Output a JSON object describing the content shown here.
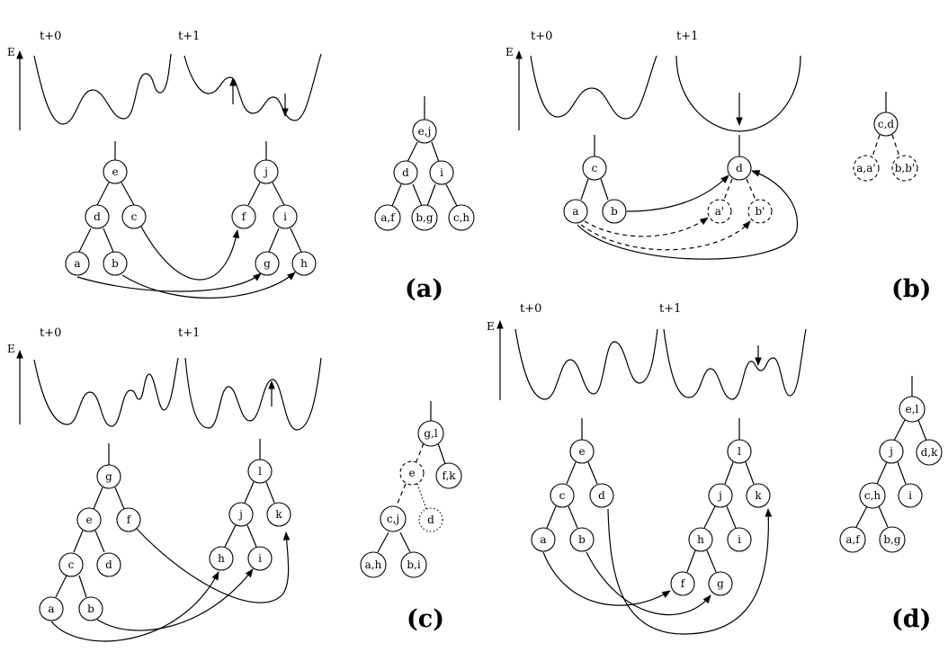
{
  "panels": {
    "a": {
      "label": "(a)",
      "time_labels": [
        "t+0",
        "t+1"
      ],
      "energy_axis": "E",
      "tree_t0": [
        {
          "id": "e",
          "text": "e"
        },
        {
          "id": "d",
          "text": "d"
        },
        {
          "id": "c",
          "text": "c"
        },
        {
          "id": "a",
          "text": "a"
        },
        {
          "id": "b",
          "text": "b"
        }
      ],
      "tree_t1": [
        {
          "id": "j",
          "text": "j"
        },
        {
          "id": "f",
          "text": "f"
        },
        {
          "id": "i",
          "text": "i"
        },
        {
          "id": "g",
          "text": "g"
        },
        {
          "id": "h",
          "text": "h"
        }
      ],
      "merged_tree": [
        {
          "id": "ej",
          "text": "e,j"
        },
        {
          "id": "di",
          "text": "d"
        },
        {
          "id": "ii",
          "text": "i"
        },
        {
          "id": "af",
          "text": "a,f"
        },
        {
          "id": "bg",
          "text": "b,g"
        },
        {
          "id": "ch",
          "text": "c,h"
        }
      ],
      "mapping": [
        [
          "a",
          "g"
        ],
        [
          "b",
          "h"
        ],
        [
          "c",
          "f"
        ]
      ]
    },
    "b": {
      "label": "(b)",
      "time_labels": [
        "t+0",
        "t+1"
      ],
      "energy_axis": "E",
      "tree_t0": [
        {
          "id": "c",
          "text": "c"
        },
        {
          "id": "a",
          "text": "a"
        },
        {
          "id": "b",
          "text": "b"
        }
      ],
      "tree_t1": [
        {
          "id": "d",
          "text": "d"
        },
        {
          "id": "a2",
          "text": "a'"
        },
        {
          "id": "b2",
          "text": "b'"
        }
      ],
      "merged_tree": [
        {
          "id": "cd",
          "text": "c,d"
        },
        {
          "id": "aa",
          "text": "a,a'"
        },
        {
          "id": "bb",
          "text": "b,b'"
        }
      ],
      "mapping": [
        [
          "a",
          "d"
        ],
        [
          "b",
          "d"
        ],
        [
          "a",
          "a'"
        ],
        [
          "a",
          "b'"
        ]
      ]
    },
    "c": {
      "label": "(c)",
      "time_labels": [
        "t+0",
        "t+1"
      ],
      "energy_axis": "E",
      "tree_t0": [
        {
          "id": "g",
          "text": "g"
        },
        {
          "id": "e",
          "text": "e"
        },
        {
          "id": "f",
          "text": "f"
        },
        {
          "id": "c",
          "text": "c"
        },
        {
          "id": "d",
          "text": "d"
        },
        {
          "id": "a",
          "text": "a"
        },
        {
          "id": "b",
          "text": "b"
        }
      ],
      "tree_t1": [
        {
          "id": "l",
          "text": "l"
        },
        {
          "id": "j",
          "text": "j"
        },
        {
          "id": "k",
          "text": "k"
        },
        {
          "id": "h",
          "text": "h"
        },
        {
          "id": "i",
          "text": "i"
        }
      ],
      "merged_tree": [
        {
          "id": "gl",
          "text": "g,l"
        },
        {
          "id": "e2",
          "text": "e"
        },
        {
          "id": "fk",
          "text": "f,k"
        },
        {
          "id": "cj",
          "text": "c,j"
        },
        {
          "id": "d2",
          "text": "d"
        },
        {
          "id": "ah",
          "text": "a,h"
        },
        {
          "id": "bi",
          "text": "b,i"
        }
      ],
      "mapping": [
        [
          "a",
          "h"
        ],
        [
          "b",
          "i"
        ],
        [
          "f",
          "k"
        ]
      ]
    },
    "d": {
      "label": "(d)",
      "time_labels": [
        "t+0",
        "t+1"
      ],
      "energy_axis": "E",
      "tree_t0": [
        {
          "id": "e",
          "text": "e"
        },
        {
          "id": "c",
          "text": "c"
        },
        {
          "id": "d",
          "text": "d"
        },
        {
          "id": "a",
          "text": "a"
        },
        {
          "id": "b",
          "text": "b"
        }
      ],
      "tree_t1": [
        {
          "id": "l",
          "text": "l"
        },
        {
          "id": "j",
          "text": "j"
        },
        {
          "id": "k",
          "text": "k"
        },
        {
          "id": "h",
          "text": "h"
        },
        {
          "id": "i",
          "text": "i"
        },
        {
          "id": "f",
          "text": "f"
        },
        {
          "id": "g",
          "text": "g"
        }
      ],
      "merged_tree": [
        {
          "id": "el",
          "text": "e,l"
        },
        {
          "id": "j2",
          "text": "j"
        },
        {
          "id": "dk",
          "text": "d,k"
        },
        {
          "id": "ch",
          "text": "c,h"
        },
        {
          "id": "i2",
          "text": "i"
        },
        {
          "id": "af",
          "text": "a,f"
        },
        {
          "id": "bg",
          "text": "b,g"
        }
      ],
      "mapping": [
        [
          "a",
          "f"
        ],
        [
          "b",
          "g"
        ],
        [
          "d",
          "k"
        ]
      ]
    }
  }
}
